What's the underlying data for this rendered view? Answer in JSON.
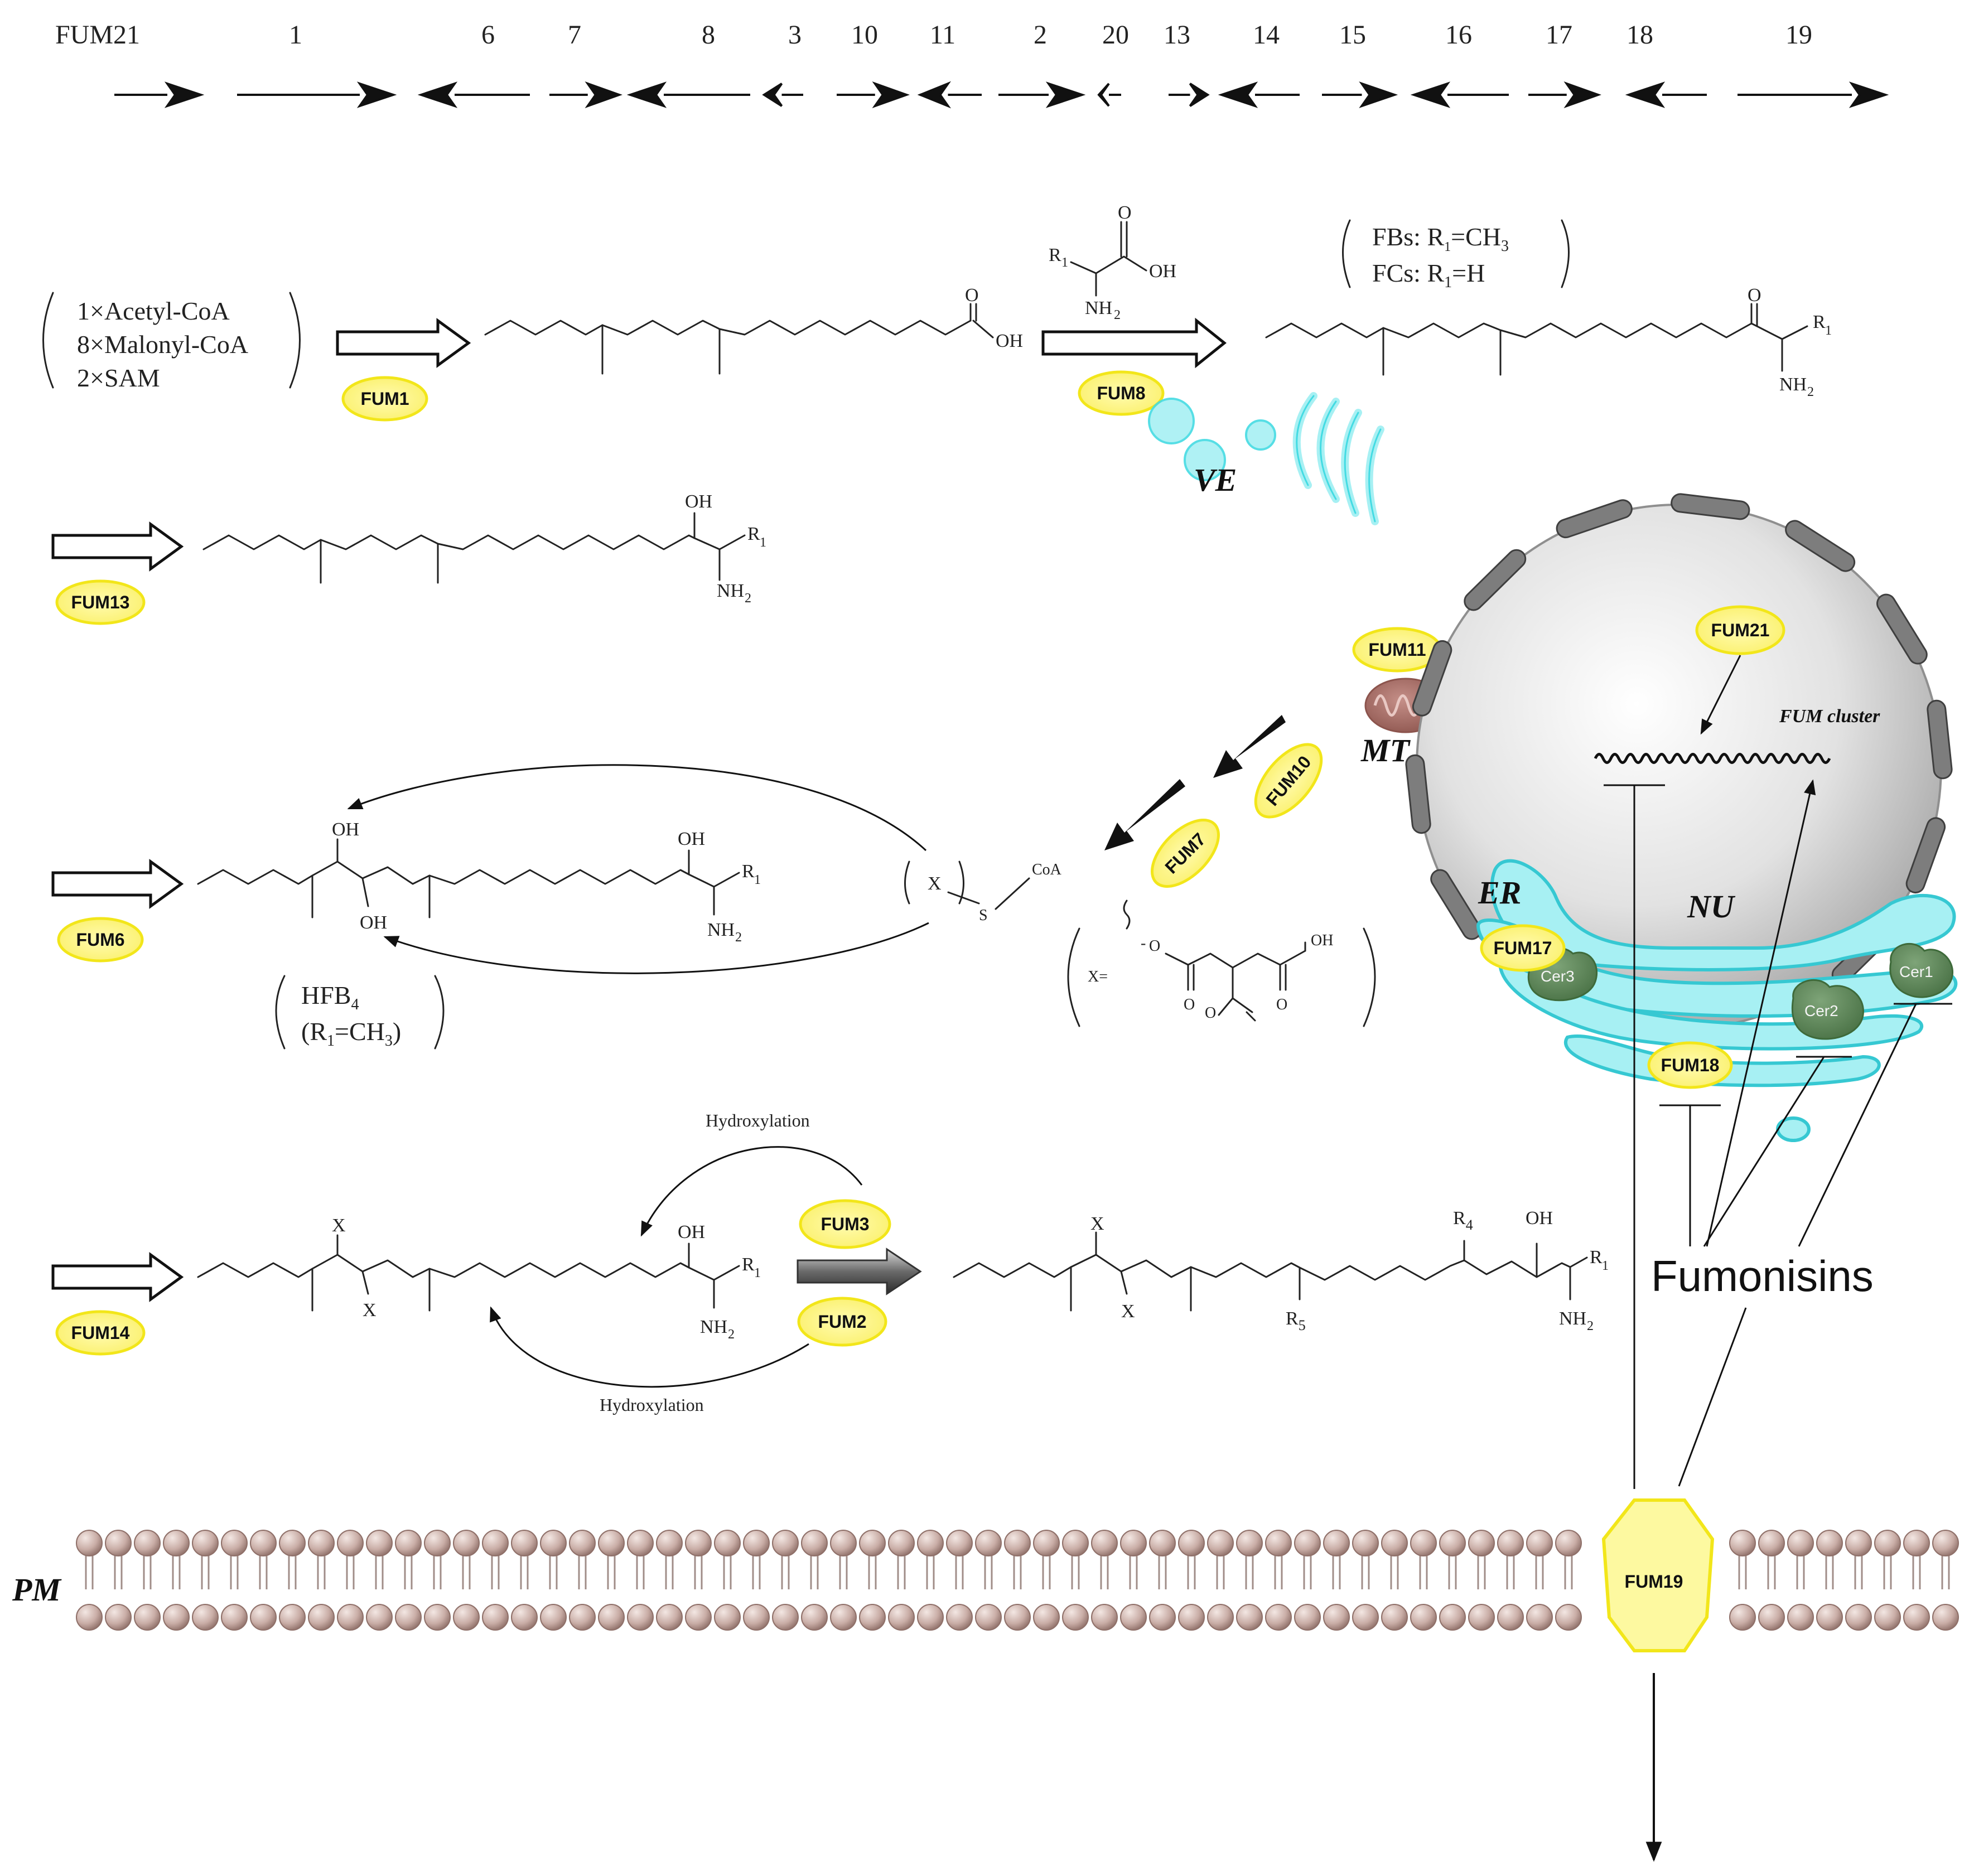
{
  "gene_cluster": [
    {
      "label": "FUM21",
      "dir": "right"
    },
    {
      "label": "1",
      "dir": "right"
    },
    {
      "label": "6",
      "dir": "left"
    },
    {
      "label": "7",
      "dir": "right"
    },
    {
      "label": "8",
      "dir": "left"
    },
    {
      "label": "3",
      "dir": "left"
    },
    {
      "label": "10",
      "dir": "right"
    },
    {
      "label": "11",
      "dir": "left"
    },
    {
      "label": "2",
      "dir": "right"
    },
    {
      "label": "20",
      "dir": "left"
    },
    {
      "label": "13",
      "dir": "right"
    },
    {
      "label": "14",
      "dir": "left"
    },
    {
      "label": "15",
      "dir": "right"
    },
    {
      "label": "16",
      "dir": "left"
    },
    {
      "label": "17",
      "dir": "right"
    },
    {
      "label": "18",
      "dir": "left"
    },
    {
      "label": "19",
      "dir": "right"
    }
  ],
  "enzymes": {
    "fum1": "FUM1",
    "fum8": "FUM8",
    "fum13": "FUM13",
    "fum11": "FUM11",
    "fum10": "FUM10",
    "fum7": "FUM7",
    "fum6": "FUM6",
    "fum3": "FUM3",
    "fum2": "FUM2",
    "fum14": "FUM14",
    "fum21": "FUM21",
    "fum17": "FUM17",
    "fum18": "FUM18",
    "fum19": "FUM19"
  },
  "substrates": {
    "acetyl": "1×Acetyl-CoA",
    "malonyl": "8×Malonyl-CoA",
    "sam": "2×SAM"
  },
  "fbs_fcs": {
    "fbs": "FBs: R",
    "fbs_tail": "=CH",
    "fcs": "FCs: R",
    "fcs_tail": "=H"
  },
  "hfb": {
    "line1": "HFB",
    "line2a": "(R",
    "line2b": "=CH",
    "line2c": ")"
  },
  "x_def": "X=",
  "hydroxylation_top": "Hydroxylation",
  "hydroxylation_bottom": "Hydroxylation",
  "organelles": {
    "ve": "VE",
    "mt": "MT",
    "er": "ER",
    "nu": "NU",
    "pm": "PM"
  },
  "cer": {
    "cer1": "Cer1",
    "cer2": "Cer2",
    "cer3": "Cer3"
  },
  "fum_cluster": "FUM cluster",
  "fumonisins": "Fumonisins",
  "atoms": {
    "O": "O",
    "OH": "OH",
    "NH": "NH",
    "two": "2",
    "one": "1",
    "three": "3",
    "four": "4",
    "five": "5",
    "R": "R",
    "X": "X",
    "S": "S",
    "CoA": "CoA"
  },
  "colors": {
    "badge_fill": "#fbf78f",
    "badge_stroke": "#f2e61a",
    "cyan": "#44dbe3",
    "cer": "#5a8656",
    "membrane": "#c7ada7",
    "nucleus": "#d8d8d8",
    "mito": "#a56a63"
  }
}
